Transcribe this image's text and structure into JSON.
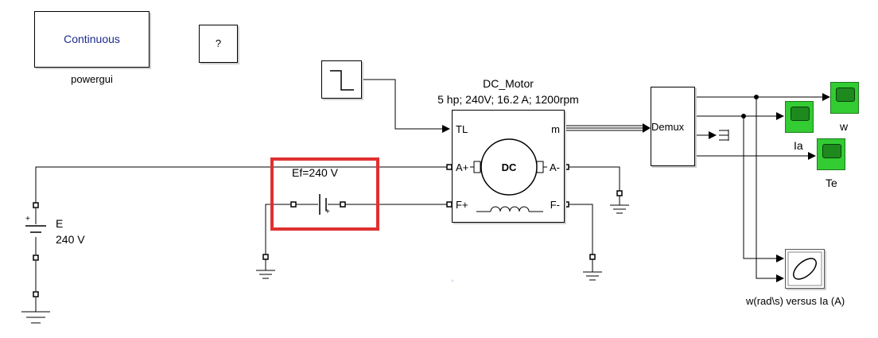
{
  "powergui": {
    "block_label": "Continuous",
    "caption": "powergui"
  },
  "help_block": {
    "label": "?"
  },
  "motor": {
    "name": "DC_Motor",
    "spec": "5 hp;  240V;  16.2 A;  1200rpm",
    "port_tl": "TL",
    "port_m": "m",
    "port_a_plus": "A+",
    "port_a_minus": "A-",
    "port_f_plus": "F+",
    "port_f_minus": "F-",
    "armature_label": "DC"
  },
  "armature_source": {
    "name": "E",
    "value": "240 V",
    "plus_sign": "+"
  },
  "field_source": {
    "label": "Ef=240 V",
    "plus_sign": "+"
  },
  "demux": {
    "label": "Demux"
  },
  "scopes": {
    "speed": "w",
    "current": "Ia",
    "torque": "Te"
  },
  "xy_graph": {
    "caption": "w(rad\\s) versus Ia (A)"
  },
  "highlight": {
    "color": "#e03030"
  }
}
